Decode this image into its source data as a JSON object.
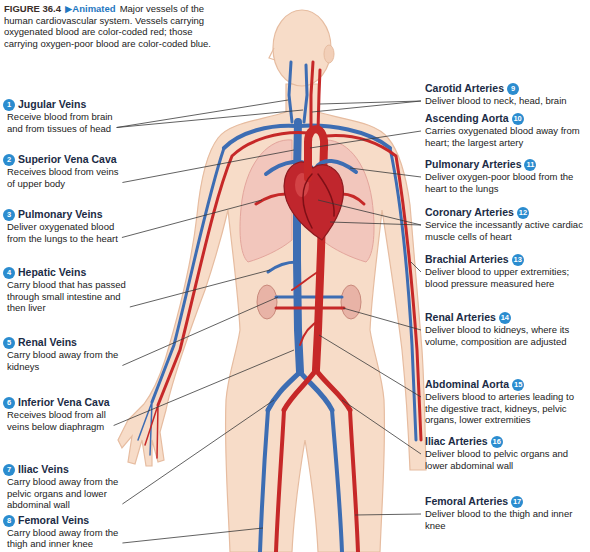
{
  "diagram": {
    "caption": "Major vessels of the human cardiovascular system. Vessels carrying oxygenated blood are color-coded red; those carrying oxygen-poor blood are color-coded blue.",
    "labels": [
      "FIGURE 36.4",
      "▶Animated",
      "1",
      "Jugular Veins",
      "Receive blood from brain and from tissues of head",
      "2",
      "Superior Vena Cava",
      "Receives blood from veins of upper body",
      "3",
      "Pulmonary Veins",
      "Deliver oxygenated blood from the lungs to the heart",
      "4",
      "Hepatic Veins",
      "Carry blood that has passed through small intestine and then liver",
      "5",
      "Renal Veins",
      "Carry blood away from the kidneys",
      "6",
      "Inferior Vena Cava",
      "Receives blood from all veins below diaphragm",
      "7",
      "Iliac Veins",
      "Carry blood away from the pelvic organs and lower abdominal wall",
      "8",
      "Femoral Veins",
      "Carry blood away from the thigh and inner knee",
      "9",
      "Carotid Arteries",
      "Deliver blood to neck, head, brain",
      "10",
      "Ascending Aorta",
      "Carries oxygenated blood away from heart; the largest artery",
      "11",
      "Pulmonary Arteries",
      "Deliver oxygen-poor blood from the heart to the lungs",
      "12",
      "Coronary Arteries",
      "Service the incessantly active cardiac muscle cells of heart",
      "13",
      "Brachial Arteries",
      "Deliver blood to upper extremities; blood pressure measured here",
      "14",
      "Renal Arteries",
      "Deliver blood to kidneys, where its volume, composition are adjusted",
      "15",
      "Abdominal Aorta",
      "Delivers blood to arteries leading to the digestive tract, kidneys, pelvic organs, lower extremities",
      "16",
      "Iliac Arteries",
      "Deliver blood to pelvic organs and lower abdominal wall",
      "17",
      "Femoral Arteries",
      "Deliver blood to the thigh and inner knee"
    ]
  }
}
